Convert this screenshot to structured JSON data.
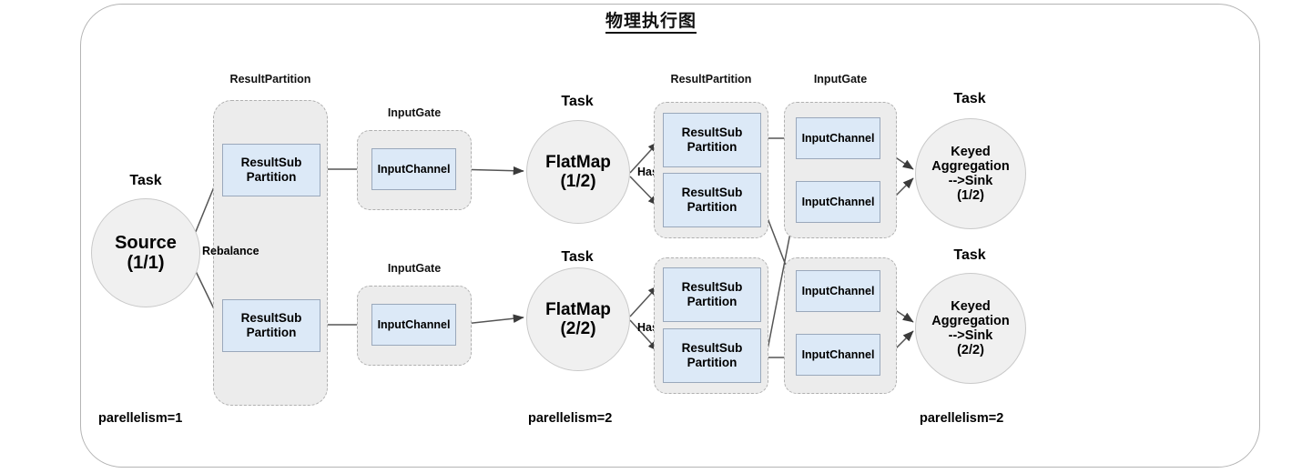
{
  "diagram": {
    "title": "物理执行图",
    "frame_color": "#b4b4b4",
    "circle_fill": "#f0f0f0",
    "box_fill": "#dce9f7",
    "box_border": "#9aa8bb",
    "container_fill": "#ececec",
    "container_border": "#b0b0b0",
    "edge_color": "#444444"
  },
  "stage1": {
    "task_label": "Task",
    "node_line1": "Source",
    "node_line2": "(1/1)",
    "edge_label": "Rebalance",
    "result_partition_label": "ResultPartition",
    "subpartitions": [
      {
        "line1": "ResultSub",
        "line2": "Partition"
      },
      {
        "line1": "ResultSub",
        "line2": "Partition"
      }
    ],
    "parallelism": "parellelism=1"
  },
  "stage2": {
    "input_gate_label_top": "InputGate",
    "input_gate_label_bottom": "InputGate",
    "input_channel_top": "InputChannel",
    "input_channel_bottom": "InputChannel",
    "task_label_top": "Task",
    "task_label_bottom": "Task",
    "node_top_line1": "FlatMap",
    "node_top_line2": "(1/2)",
    "node_bottom_line1": "FlatMap",
    "node_bottom_line2": "(2/2)",
    "edge_label_top": "Hash",
    "edge_label_bottom": "Hash",
    "result_partition_label": "ResultPartition",
    "subpartitions_top": [
      {
        "line1": "ResultSub",
        "line2": "Partition"
      },
      {
        "line1": "ResultSub",
        "line2": "Partition"
      }
    ],
    "subpartitions_bottom": [
      {
        "line1": "ResultSub",
        "line2": "Partition"
      },
      {
        "line1": "ResultSub",
        "line2": "Partition"
      }
    ],
    "parallelism": "parellelism=2"
  },
  "stage3": {
    "input_gate_label": "InputGate",
    "input_channels_top": [
      "InputChannel",
      "InputChannel"
    ],
    "input_channels_bottom": [
      "InputChannel",
      "InputChannel"
    ],
    "task_label_top": "Task",
    "task_label_bottom": "Task",
    "node_top_line1": "Keyed",
    "node_top_line2": "Aggregation",
    "node_top_line3": "-->Sink",
    "node_top_line4": "(1/2)",
    "node_bottom_line1": "Keyed",
    "node_bottom_line2": "Aggregation",
    "node_bottom_line3": "-->Sink",
    "node_bottom_line4": "(2/2)",
    "parallelism": "parellelism=2"
  }
}
